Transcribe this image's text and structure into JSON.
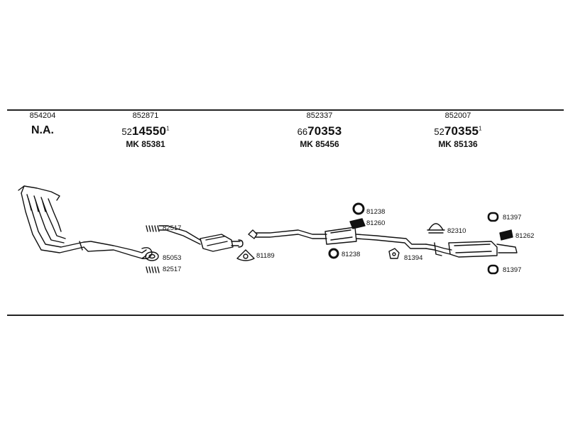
{
  "columns": [
    {
      "part_no": "854204",
      "name": "N.A."
    },
    {
      "part_no": "852871",
      "ref_prefix": "52",
      "ref_main": "14550",
      "ref_sup": "1",
      "mk": "MK  85381"
    },
    {
      "part_no": "852337",
      "ref_prefix": "66",
      "ref_main": "70353",
      "mk": "MK  85456"
    },
    {
      "part_no": "852007",
      "ref_prefix": "52",
      "ref_main": "70355",
      "ref_sup": "1",
      "mk": "MK  85136"
    }
  ],
  "parts": {
    "clamp_upper": "82517",
    "ring_front": "85053",
    "clamp_lower": "82517",
    "gasket_flange": "81189",
    "ring_mid_top": "81238",
    "hanger_mid": "81260",
    "ring_mid_bottom": "81238",
    "hanger_rear_mid": "81394",
    "clip_rear": "82310",
    "ring_rear_top": "81397",
    "hanger_rear": "81262",
    "ring_rear_bottom": "81397"
  }
}
